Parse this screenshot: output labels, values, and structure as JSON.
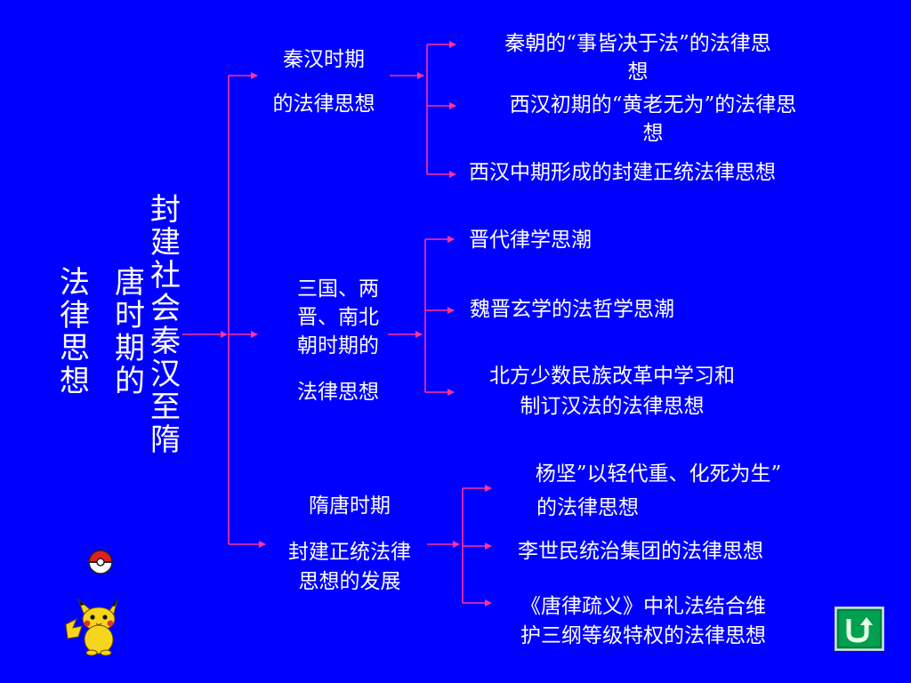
{
  "root": {
    "col_left": "法律思想",
    "col_mid": "唐时期的",
    "col_right": "封建社会秦汉至隋"
  },
  "branches": [
    {
      "label_lines": [
        "秦汉时期",
        "的法律思想"
      ],
      "leaves": [
        [
          "秦朝的“事皆决于法”的法律思",
          "想"
        ],
        [
          "西汉初期的“黄老无为”的法律思",
          "想"
        ],
        [
          "西汉中期形成的封建正统法律思想"
        ]
      ]
    },
    {
      "label_lines": [
        "三国、两",
        "晋、南北",
        "朝时期的",
        "法律思想"
      ],
      "leaves": [
        [
          "晋代律学思潮"
        ],
        [
          "魏晋玄学的法哲学思潮"
        ],
        [
          "北方少数民族改革中学习和",
          "制订汉法的法律思想"
        ]
      ]
    },
    {
      "label_lines": [
        "隋唐时期",
        "封建正统法律",
        "思想的发展"
      ],
      "leaves": [
        [
          "杨坚”以轻代重、化死为生”",
          "的法律思想"
        ],
        [
          "李世民统治集团的法律思想"
        ],
        [
          "《唐律疏义》中礼法结合维",
          "护三纲等级特权的法律思想"
        ]
      ]
    }
  ],
  "colors": {
    "background": "#0000ff",
    "connector": "#ff3399",
    "text": "#ffffff",
    "return_button": "#00a050"
  },
  "icons": {
    "return": "return-arrow-icon",
    "pokeball": "pokeball-icon",
    "mascot": "pikachu-icon"
  }
}
